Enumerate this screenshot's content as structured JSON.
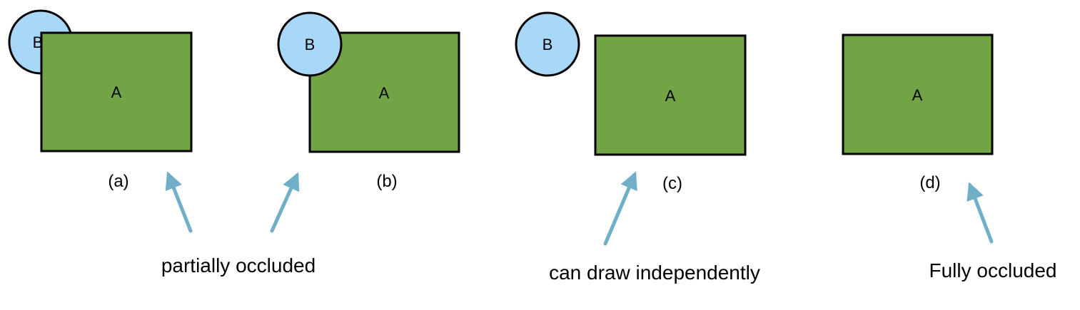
{
  "colors": {
    "rect_fill": "#72A446",
    "rect_stroke": "#000000",
    "circle_fill": "#A9D7F7",
    "circle_stroke": "#000000",
    "arrow": "#6FAFC8"
  },
  "panels": [
    {
      "caption": "(a)",
      "rect_label": "A",
      "circle_label": "B"
    },
    {
      "caption": "(b)",
      "rect_label": "A",
      "circle_label": "B"
    },
    {
      "caption": "(c)",
      "rect_label": "A",
      "circle_label": "B"
    },
    {
      "caption": "(d)",
      "rect_label": "A"
    }
  ],
  "annotations": [
    {
      "text": "partially occluded"
    },
    {
      "text": "can draw independently"
    },
    {
      "text": "Fully occluded"
    }
  ]
}
